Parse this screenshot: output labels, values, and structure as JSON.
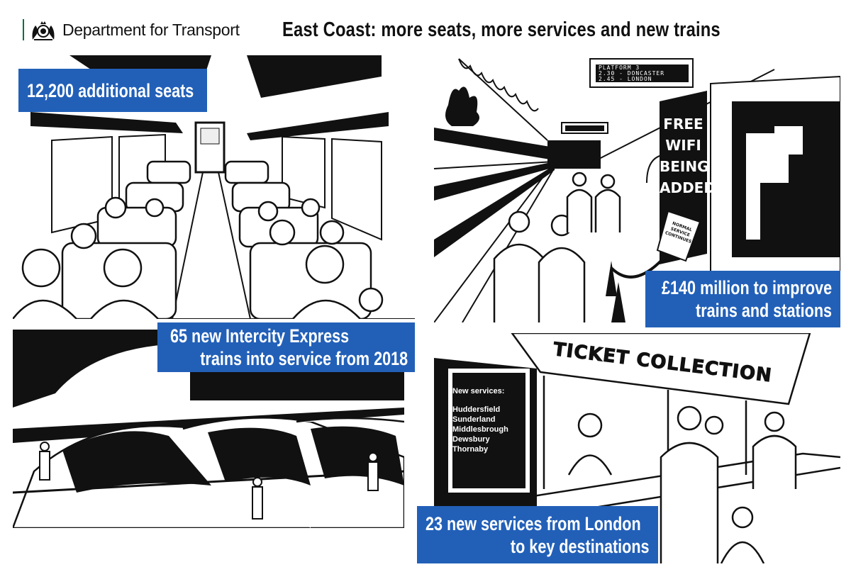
{
  "header": {
    "organisation": "Department for Transport",
    "title": "East Coast: more seats, more services and new trains"
  },
  "callouts": {
    "seats": [
      "12,200 additional seats"
    ],
    "investment": [
      "£140 million to improve",
      "trains and stations"
    ],
    "trains": [
      "65 new Intercity Express",
      "trains into service from 2018"
    ],
    "services": [
      "23 new services from London",
      "to key destinations"
    ]
  },
  "station_scene": {
    "departure_board": [
      "PLATFORM 3",
      "2.30 - DONCASTER",
      "2.45 - LONDON"
    ],
    "wifi_sign": [
      "FREE",
      "WIFI",
      "BEING",
      "ADDED"
    ],
    "service_sign": [
      "NORMAL",
      "SERVICE",
      "CONTINUES"
    ]
  },
  "ticket_scene": {
    "banner": "TICKET COLLECTION",
    "board_heading": "New services:",
    "destinations": [
      "Huddersfield",
      "Sunderland",
      "Middlesbrough",
      "Dewsbury",
      "Thornaby"
    ]
  },
  "colors": {
    "callout": "#2260b8",
    "logo_bar": "#00703c"
  }
}
